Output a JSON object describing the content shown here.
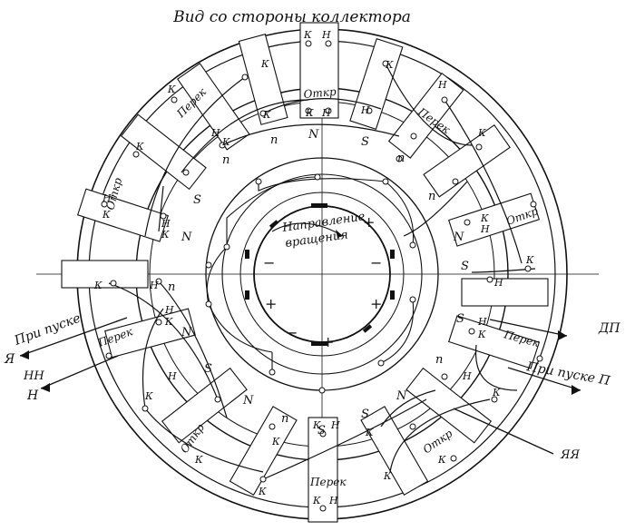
{
  "title": "Вид со стороны коллектора",
  "rotation_label": [
    "Направление",
    "вращения"
  ],
  "outer_labels": {
    "pri_puske_left": "При пуске",
    "ya": "Я",
    "nn": "НН",
    "n_arrow": "Н",
    "dp": "ДП",
    "pri_puske_right": "При пуске П",
    "yaya": "ЯЯ"
  },
  "pole_letters": {
    "n_top": "N",
    "s_top": "S",
    "p_top": "n",
    "s_left": "S",
    "n_left": "N",
    "p_left": "n",
    "s_right": "S",
    "n_right": "N",
    "p_right": "n",
    "s_bot": "S",
    "n_bot": "N",
    "p_bot": "n",
    "s_bot2": "S",
    "n_bot2": "N",
    "s_ur": "S",
    "s_lr": "S",
    "n_ll": "N",
    "p_ur": "n",
    "p_ul": "n",
    "p_lr": "n"
  },
  "coil_labels": {
    "otkr": "Откр",
    "perek": "Перек"
  },
  "terminal_letters": {
    "k": "К",
    "h": "Н"
  },
  "brush_signs": {
    "plus": "+",
    "minus": "−"
  }
}
